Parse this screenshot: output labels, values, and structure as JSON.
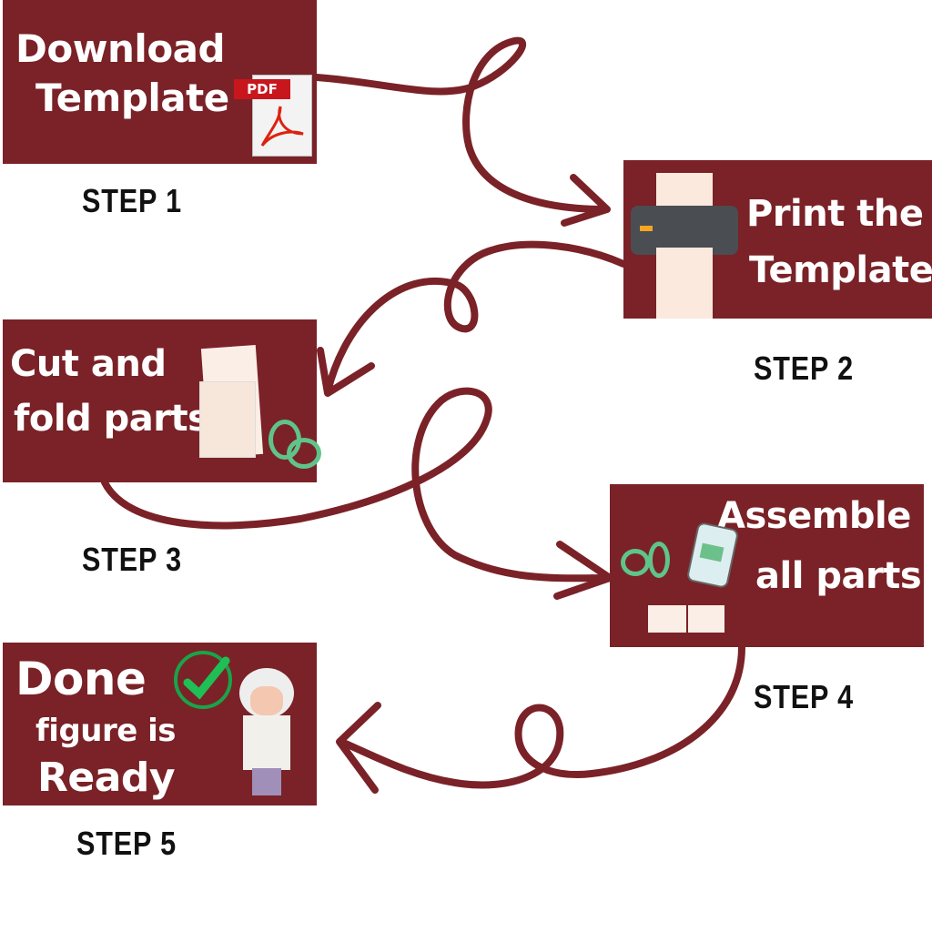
{
  "accent_color": "#7a2227",
  "steps": [
    {
      "title_line1": "Download",
      "title_line2": "Template",
      "label": "STEP 1",
      "icon": "pdf-icon",
      "badge": "PDF"
    },
    {
      "title_line1": "Print the",
      "title_line2": "Template",
      "label": "STEP 2",
      "icon": "printer-icon"
    },
    {
      "title_line1": "Cut and",
      "title_line2": "fold parts",
      "label": "STEP 3",
      "icon": "scissors-template-icon"
    },
    {
      "title_line1": "Assemble",
      "title_line2": "all parts",
      "label": "STEP 4",
      "icon": "glue-scissors-icon"
    },
    {
      "title_line1": "Done",
      "title_line2": "figure is",
      "title_line3": "Ready",
      "label": "STEP 5",
      "icon": "checkmark-figure-icon"
    }
  ]
}
